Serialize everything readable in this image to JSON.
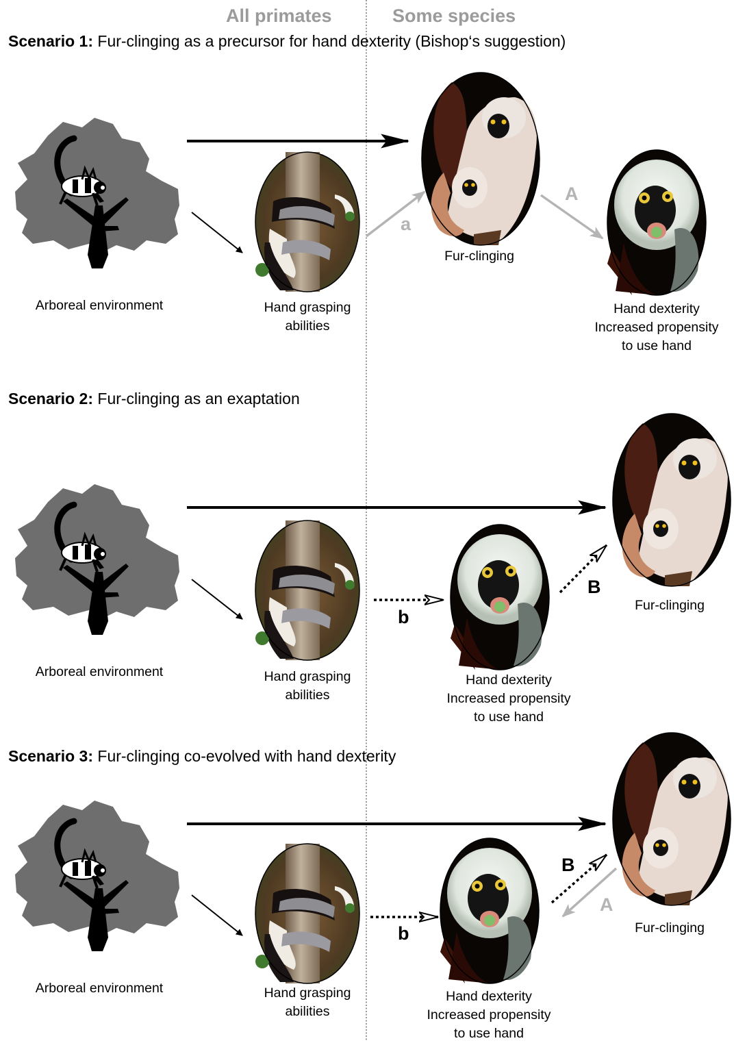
{
  "columns": {
    "left": "All primates",
    "right": "Some species"
  },
  "labels": {
    "arboreal": "Arboreal environment",
    "grasping": [
      "Hand grasping",
      "abilities"
    ],
    "furclinging": "Fur-clinging",
    "dexterity": [
      "Hand dexterity",
      "Increased propensity",
      "to use hand"
    ]
  },
  "scenarios": [
    {
      "id": "Scenario 1:",
      "title": " Fur-clinging as a precursor for hand dexterity (Bishop‘s suggestion)",
      "arrows": [
        "a",
        "A"
      ]
    },
    {
      "id": "Scenario 2:",
      "title": " Fur-clinging as an exaptation",
      "arrows": [
        "b",
        "B"
      ]
    },
    {
      "id": "Scenario 3:",
      "title": " Fur-clinging co-evolved with hand dexterity",
      "arrows": [
        "b",
        "B",
        "A"
      ]
    }
  ],
  "colors": {
    "tree": "#6e6e6e",
    "gray_arrow": "#b4b4b4",
    "header": "#9b9b9b",
    "photo_bg": "#0a0604"
  },
  "icons": [
    "tree-with-lemur-icon",
    "lemur-grasping-trunk-photo",
    "mother-infant-sifaka-photo",
    "sifaka-face-photo"
  ]
}
